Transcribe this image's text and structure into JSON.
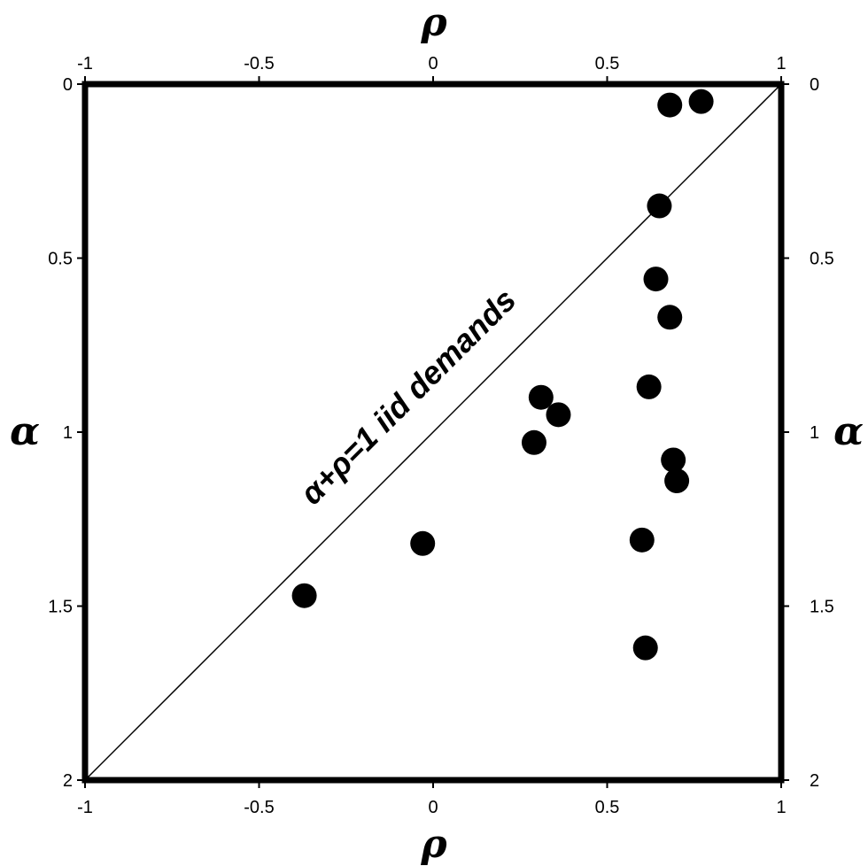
{
  "chart_data": {
    "type": "scatter",
    "title": "",
    "xlabel": "ρ",
    "ylabel": "α",
    "xlim": [
      -1,
      1
    ],
    "ylim": [
      0,
      2
    ],
    "y_inverted": true,
    "x_ticks": [
      "-1",
      "-0.5",
      "0",
      "0.5",
      "1"
    ],
    "y_ticks": [
      "0",
      "0.5",
      "1",
      "1.5",
      "2"
    ],
    "grid": false,
    "reference_line": {
      "label": "α+ρ=1 iid demands",
      "x": [
        -1,
        1
      ],
      "y": [
        2,
        0
      ]
    },
    "points": [
      {
        "x": 0.77,
        "y": 0.05
      },
      {
        "x": 0.68,
        "y": 0.06
      },
      {
        "x": 0.65,
        "y": 0.35
      },
      {
        "x": 0.64,
        "y": 0.56
      },
      {
        "x": 0.68,
        "y": 0.67
      },
      {
        "x": 0.62,
        "y": 0.87
      },
      {
        "x": 0.31,
        "y": 0.9
      },
      {
        "x": 0.36,
        "y": 0.95
      },
      {
        "x": 0.29,
        "y": 1.03
      },
      {
        "x": 0.69,
        "y": 1.08
      },
      {
        "x": 0.7,
        "y": 1.14
      },
      {
        "x": 0.6,
        "y": 1.31
      },
      {
        "x": -0.03,
        "y": 1.32
      },
      {
        "x": -0.37,
        "y": 1.47
      },
      {
        "x": 0.61,
        "y": 1.62
      }
    ]
  }
}
